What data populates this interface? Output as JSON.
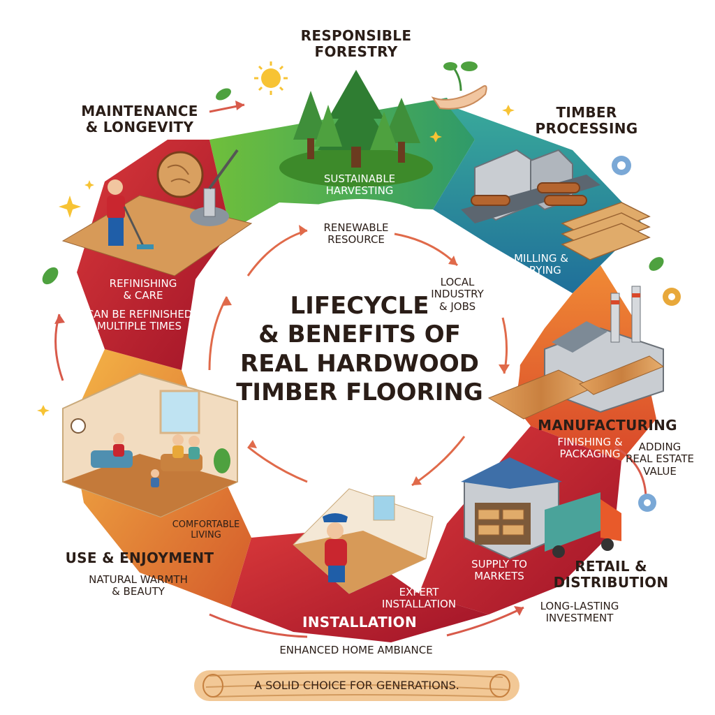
{
  "title": "LIFECYCLE\n& BENEFITS OF\nREAL HARDWOOD\nTIMBER FLOORING",
  "stages": {
    "forestry": {
      "heading": "RESPONSIBLE\nFORESTRY",
      "sub": "SUSTAINABLE\nHARVESTING",
      "color": "#4e9d3a"
    },
    "processing": {
      "heading": "TIMBER\nPROCESSING",
      "sub": "MILLING &\nDRYING",
      "color": "#2f8f94"
    },
    "manufacturing": {
      "heading": "MANUFACTURING",
      "sub": "FINISHING &\nPACKAGING",
      "color": "#e06a2c"
    },
    "retail": {
      "heading": "RETAIL &\nDISTRIBUTION",
      "sub": "SUPPLY TO\nMARKETS",
      "color": "#c9262f"
    },
    "installation": {
      "heading": "INSTALLATION",
      "sub": "EXPERT\nINSTALLATION",
      "color": "#b51f2e"
    },
    "use": {
      "heading": "USE & ENJOYMENT",
      "sub": "COMFORTABLE\nLIVING",
      "color": "#e88a2a"
    },
    "maintenance": {
      "heading": "MAINTENANCE\n& LONGEVITY",
      "sub": "REFINISHING\n& CARE",
      "color": "#b41e2c"
    }
  },
  "benefits": {
    "renewable": "RENEWABLE\nRESOURCE",
    "local": "LOCAL\nINDUSTRY\n& JOBS",
    "refinish": "CAN BE REFINISHED\nMULTIPLE TIMES",
    "real_estate": "ADDING\nREAL ESTATE\nVALUE",
    "long_lasting": "LONG-LASTING\nINVESTMENT",
    "warmth": "NATURAL WARMTH\n& BEAUTY",
    "ambiance": "ENHANCED HOME AMBIANCE"
  },
  "banner": "A SOLID CHOICE FOR GENERATIONS."
}
